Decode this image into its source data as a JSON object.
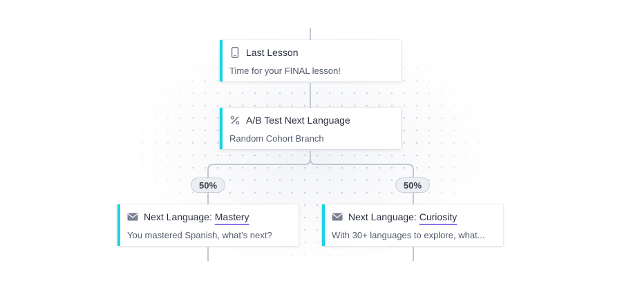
{
  "nodes": {
    "last_lesson": {
      "icon": "mobile-phone-icon",
      "title": "Last Lesson",
      "subtitle": "Time for your FINAL lesson!"
    },
    "ab_test": {
      "icon": "percent-icon",
      "title": "A/B Test Next Language",
      "subtitle": "Random Cohort Branch"
    },
    "mastery": {
      "icon": "envelope-icon",
      "title_prefix": "Next Language: ",
      "title_highlight": "Mastery",
      "subtitle": "You mastered Spanish, what’s next?"
    },
    "curiosity": {
      "icon": "envelope-icon",
      "title_prefix": "Next Language: ",
      "title_highlight": "Curiosity",
      "subtitle": "With 30+ languages to explore, what..."
    }
  },
  "branches": {
    "left_split": "50%",
    "right_split": "50%"
  },
  "colors": {
    "accent": "#19d3e3",
    "highlight_underline": "#8c6ee6",
    "connector": "#c3c7d1"
  }
}
